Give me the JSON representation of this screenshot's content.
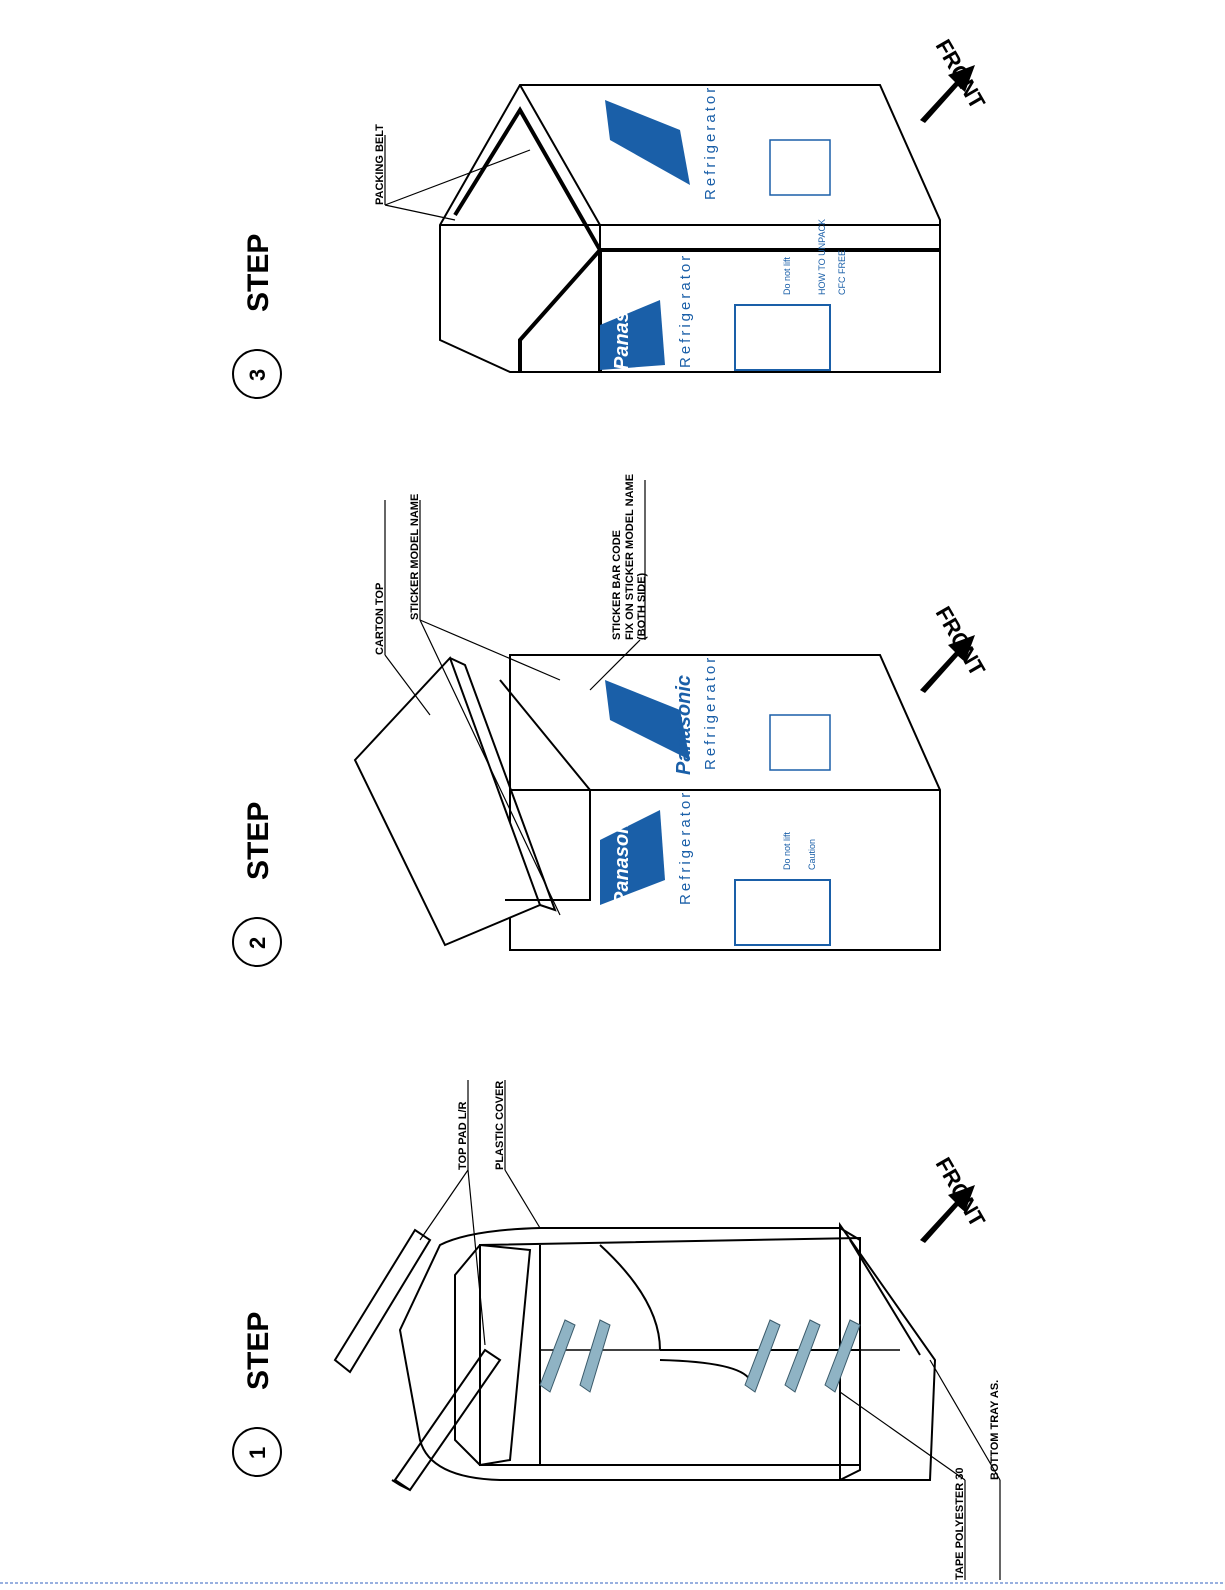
{
  "steps": [
    {
      "word": "STEP",
      "number": "1"
    },
    {
      "word": "STEP",
      "number": "2"
    },
    {
      "word": "STEP",
      "number": "3"
    }
  ],
  "labels": {
    "top_pad": "TOP PAD L/R",
    "plastic_cover": "PLASTIC COVER",
    "tape_polyester": "TAPE POLYESTER 30",
    "bottom_tray": "BOTTOM TRAY AS.",
    "carton_top": "CARTON TOP",
    "sticker_model": "STICKER MODEL NAME",
    "sticker_bar_1": "STICKER BAR CODE",
    "sticker_bar_2": "FIX ON STICKER MODEL NAME",
    "sticker_bar_3": "(BOTH SIDE)",
    "packing_belt": "PACKING BELT"
  },
  "front_word": "FRONT",
  "carton": {
    "brand": "Panasonic",
    "product": "Refrigerator",
    "side_text_1": "Do not lift",
    "side_text_2": "Caution",
    "side_text_3": "HOW TO UNPACK",
    "side_text_4": "CFC FREE"
  },
  "colors": {
    "carton_blue": "#1a5fa8",
    "tape": "#8fb3c4",
    "line": "#000000"
  }
}
